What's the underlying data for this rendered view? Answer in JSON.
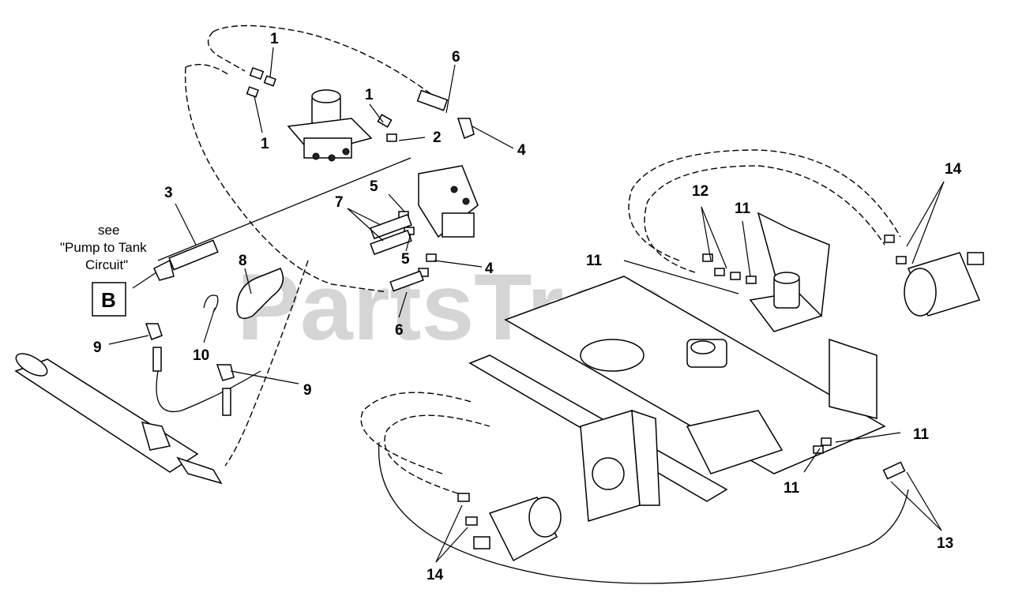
{
  "watermark": "PartsTree",
  "reference_note": {
    "line1": "see",
    "line2": "\"Pump to Tank",
    "line3": "Circuit\"",
    "box_label": "B"
  },
  "callouts": {
    "c1a": "1",
    "c1b": "1",
    "c1c": "1",
    "c2": "2",
    "c3": "3",
    "c4a": "4",
    "c4b": "4",
    "c5a": "5",
    "c5b": "5",
    "c6a": "6",
    "c6b": "6",
    "c7": "7",
    "c8": "8",
    "c9a": "9",
    "c9b": "9",
    "c10": "10",
    "c11a": "11",
    "c11b": "11",
    "c11c": "11",
    "c11d": "11",
    "c12": "12",
    "c13": "13",
    "c14a": "14",
    "c14b": "14"
  }
}
